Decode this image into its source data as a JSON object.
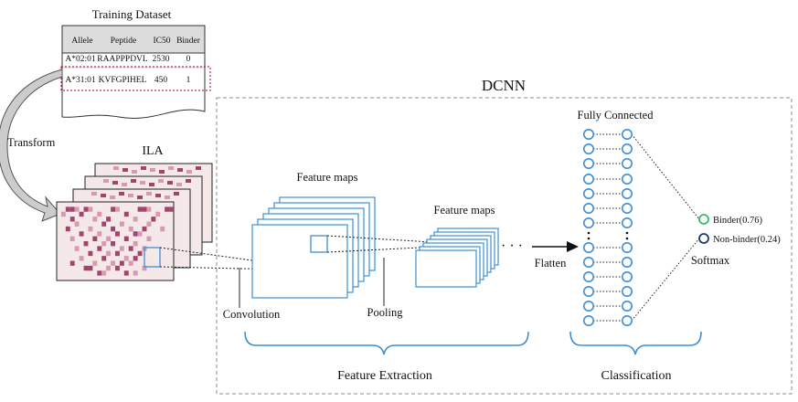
{
  "title": "DCNN",
  "training_dataset": {
    "title": "Training Dataset",
    "headers": [
      "Allele",
      "Peptide",
      "IC50",
      "Binder"
    ],
    "rows": [
      [
        "A*02:01",
        "RAAPPPDVL",
        "2530",
        "0"
      ],
      [
        "A*31:01",
        "KVFGPIHEL",
        "450",
        "1"
      ]
    ]
  },
  "labels": {
    "transform": "Transform",
    "ila": "ILA",
    "feature_maps_1": "Feature maps",
    "feature_maps_2": "Feature maps",
    "ellipsis": "· · ·",
    "flatten": "Flatten",
    "convolution": "Convolution",
    "pooling": "Pooling",
    "fully_connected": "Fully Connected",
    "softmax": "Softmax",
    "feature_extraction": "Feature Extraction",
    "classification": "Classification"
  },
  "outputs": [
    {
      "label": "Binder(0.76)",
      "color": "#3db86a"
    },
    {
      "label": "Non-binder(0.24)",
      "color": "#1f3a66"
    }
  ],
  "colors": {
    "accent": "#3d8fd6",
    "highlight_box": "#d0263c",
    "ila_dark": "#a0466e",
    "ila_light": "#d79ab0",
    "ila_background": "#f5e8e8"
  }
}
